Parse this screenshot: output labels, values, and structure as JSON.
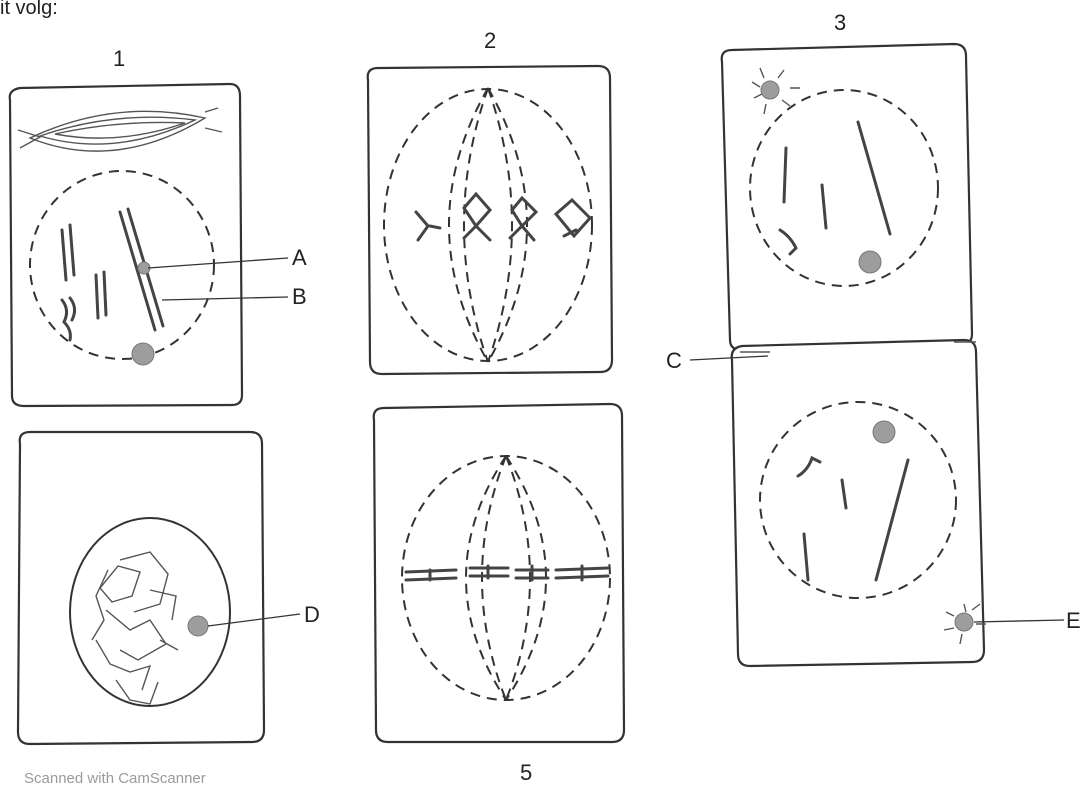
{
  "header_fragment": "it volg:",
  "panel_numbers": {
    "p1": "1",
    "p2": "2",
    "p3": "3",
    "p5": "5"
  },
  "labels": {
    "A": "A",
    "B": "B",
    "C": "C",
    "D": "D",
    "E": "E"
  },
  "watermark": "Scanned with CamScanner"
}
